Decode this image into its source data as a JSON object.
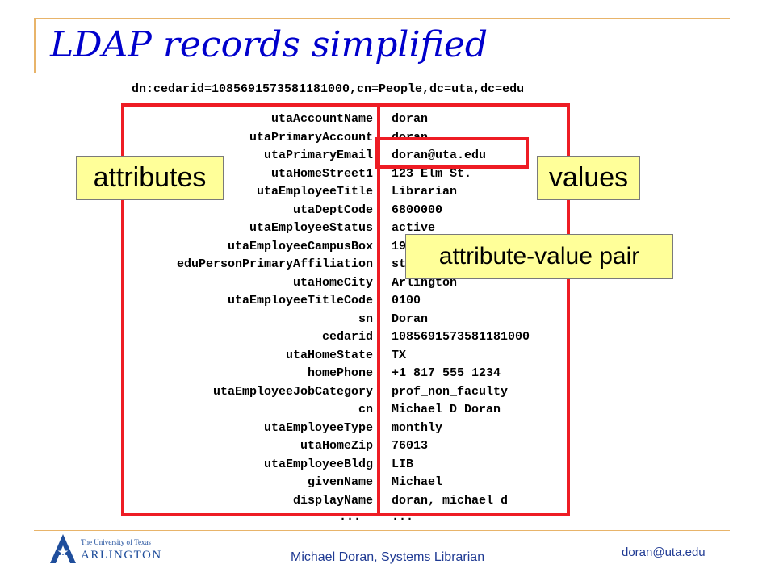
{
  "slide": {
    "title": "LDAP records simplified",
    "dn": "dn:cedarid=1085691573581181000,cn=People,dc=uta,dc=edu"
  },
  "records": [
    {
      "attribute": "utaAccountName",
      "value": "doran"
    },
    {
      "attribute": "utaPrimaryAccount",
      "value": "doran"
    },
    {
      "attribute": "utaPrimaryEmail",
      "value": "doran@uta.edu"
    },
    {
      "attribute": "utaHomeStreet1",
      "value": "123 Elm St."
    },
    {
      "attribute": "utaEmployeeTitle",
      "value": "Librarian"
    },
    {
      "attribute": "utaDeptCode",
      "value": "6800000"
    },
    {
      "attribute": "utaEmployeeStatus",
      "value": "active"
    },
    {
      "attribute": "utaEmployeeCampusBox",
      "value": "19497"
    },
    {
      "attribute": "eduPersonPrimaryAffiliation",
      "value": "staff"
    },
    {
      "attribute": "utaHomeCity",
      "value": "Arlington"
    },
    {
      "attribute": "utaEmployeeTitleCode",
      "value": "0100"
    },
    {
      "attribute": "sn",
      "value": "Doran"
    },
    {
      "attribute": "cedarid",
      "value": "1085691573581181000"
    },
    {
      "attribute": "utaHomeState",
      "value": "TX"
    },
    {
      "attribute": "homePhone",
      "value": "+1 817 555 1234"
    },
    {
      "attribute": "utaEmployeeJobCategory",
      "value": "prof_non_faculty"
    },
    {
      "attribute": "cn",
      "value": "Michael D Doran"
    },
    {
      "attribute": "utaEmployeeType",
      "value": "monthly"
    },
    {
      "attribute": "utaHomeZip",
      "value": "76013"
    },
    {
      "attribute": "utaEmployeeBldg",
      "value": "LIB"
    },
    {
      "attribute": "givenName",
      "value": "Michael"
    },
    {
      "attribute": "displayName",
      "value": "doran, michael d"
    }
  ],
  "ellipsis": {
    "attribute": "...",
    "value": "..."
  },
  "callouts": {
    "attributes": "attributes",
    "values": "values",
    "pair": "attribute-value pair"
  },
  "logo": {
    "line1": "The University of Texas",
    "line2": "ARLINGTON"
  },
  "footer": {
    "author": "Michael Doran, Systems Librarian",
    "email": "doran@uta.edu"
  },
  "colors": {
    "title": "#0000cc",
    "frame": "#e8b46a",
    "highlight": "#ee1c24",
    "callout_fill": "#ffff99",
    "footer_text": "#1f3a93",
    "logo_blue": "#1f4e9c"
  }
}
